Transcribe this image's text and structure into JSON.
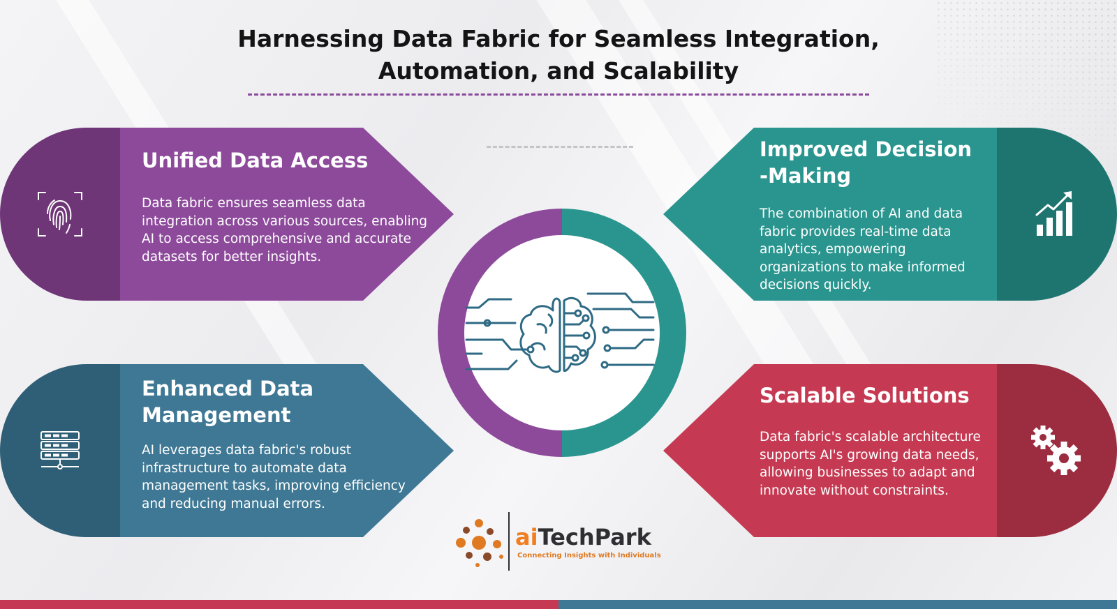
{
  "title": {
    "line1": "Harnessing Data Fabric for Seamless Integration,",
    "line2": "Automation, and Scalability"
  },
  "panels": {
    "unified": {
      "heading": "Unified Data Access",
      "body": "Data fabric ensures seamless data integration across various sources, enabling AI to access comprehensive and accurate datasets for better insights.",
      "icon": "fingerprint-icon",
      "color": "#8d4a9b"
    },
    "enhanced": {
      "heading_line1": "Enhanced Data",
      "heading_line2": "Management",
      "body": "AI leverages data fabric's robust infrastructure to automate data management tasks, improving efficiency and reducing manual errors.",
      "icon": "server-icon",
      "color": "#3e7894"
    },
    "decision": {
      "heading_line1": "Improved Decision",
      "heading_line2": "-Making",
      "body": "The combination of AI and data fabric provides real-time data analytics, empowering organizations to make informed decisions quickly.",
      "icon": "growth-chart-icon",
      "color": "#2a958e"
    },
    "scalable": {
      "heading": "Scalable Solutions",
      "body": "Data fabric's scalable architecture supports AI's growing data needs, allowing businesses to adapt and innovate without constraints.",
      "icon": "gears-icon",
      "color": "#c53a52"
    }
  },
  "center": {
    "icon": "ai-brain-circuit-icon"
  },
  "logo": {
    "word_ai": "ai",
    "word_rest": "TechPark",
    "tagline": "Connecting Insights with Individuals"
  }
}
